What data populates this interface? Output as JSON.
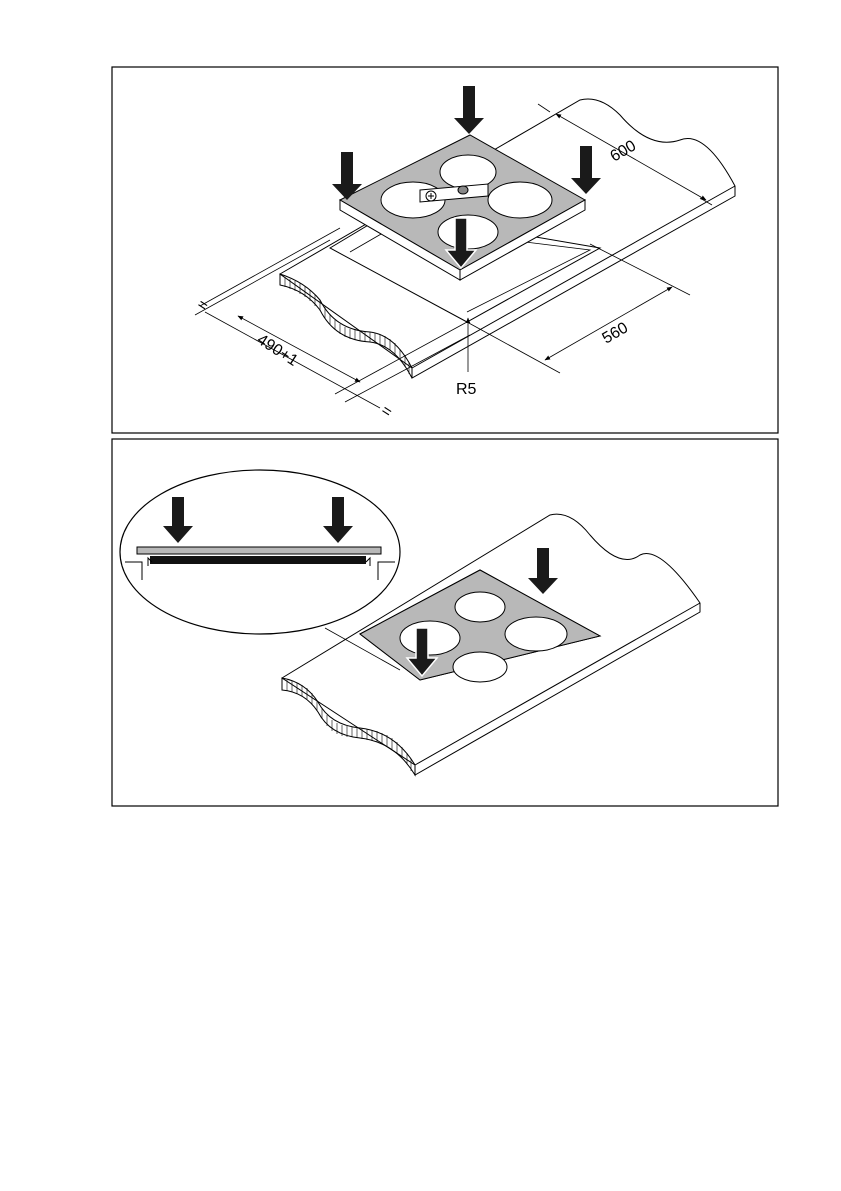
{
  "figure_top": {
    "labels": {
      "depth": "600",
      "cutout_width": "560",
      "cutout_depth": "490+1",
      "radius": "R5",
      "equal_left": "=",
      "equal_right": "="
    }
  },
  "figure_bottom": {},
  "colors": {
    "hob_surface": "#b8b8b8",
    "line": "#000000",
    "background": "#ffffff"
  }
}
